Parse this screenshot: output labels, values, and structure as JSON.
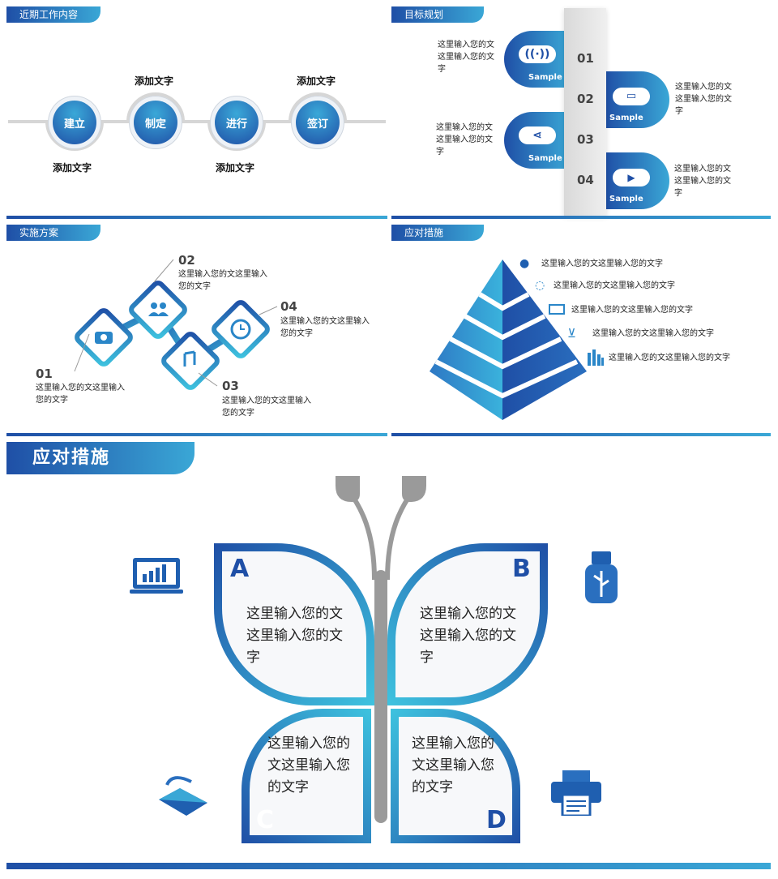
{
  "panels": {
    "recent": {
      "title": "近期工作内容",
      "steps": [
        "建立",
        "制定",
        "进行",
        "签订"
      ],
      "labels": [
        "添加文字",
        "添加文字",
        "添加文字",
        "添加文字"
      ]
    },
    "goals": {
      "title": "目标规划",
      "numbers": [
        "01",
        "02",
        "03",
        "04"
      ],
      "sample": "Sample",
      "texts": [
        "这里输入您的文这里输入您的文字",
        "这里输入您的文这里输入您的文字",
        "这里输入您的文这里输入您的文字",
        "这里输入您的文这里输入您的文字"
      ]
    },
    "plan": {
      "title": "实施方案",
      "numbers": [
        "01",
        "02",
        "03",
        "04"
      ],
      "texts": [
        "这里输入您的文这里输入您的文字",
        "这里输入您的文这里输入您的文字",
        "这里输入您的文这里输入您的文字",
        "这里输入您的文这里输入您的文字"
      ]
    },
    "measures_small": {
      "title": "应对措施",
      "items": [
        "这里输入您的文这里输入您的文字",
        "这里输入您的文这里输入您的文字",
        "这里输入您的文这里输入您的文字",
        "这里输入您的文这里输入您的文字",
        "这里输入您的文这里输入您的文字"
      ]
    },
    "measures_big": {
      "title": "应对措施",
      "letters": [
        "A",
        "B",
        "C",
        "D"
      ],
      "texts": [
        "这里输入您的文这里输入您的文字",
        "这里输入您的文这里输入您的文字",
        "这里输入您的文这里输入您的文字",
        "这里输入您的文这里输入您的文字"
      ]
    }
  },
  "colors": {
    "dark_blue": "#1f4fa6",
    "light_blue": "#3aa7d6",
    "gray": "#9a9a9a"
  }
}
